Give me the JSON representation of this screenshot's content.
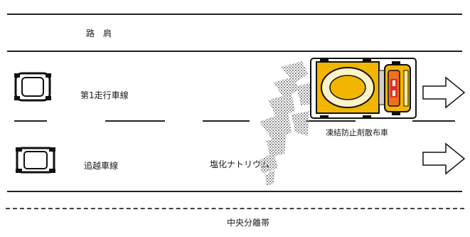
{
  "header": {
    "text": ""
  },
  "labels": {
    "shoulder": "路肩",
    "lane1": "第1走行車線",
    "lane2": "追越車線",
    "truck": "凍結防止剤散布車",
    "salt": "塩化ナトリウム",
    "median": "中央分離帯"
  },
  "colors": {
    "truck_body": "#f2b600",
    "truck_inner": "#fff4c8",
    "truck_cab": "#f07020",
    "truck_light": "#e03020",
    "line": "#222222",
    "spray": "#9a9a9a"
  },
  "icons": {
    "car": "car-icon",
    "truck": "spreader-truck-icon",
    "arrow": "arrow-right-icon",
    "spray": "salt-spray-icon"
  }
}
